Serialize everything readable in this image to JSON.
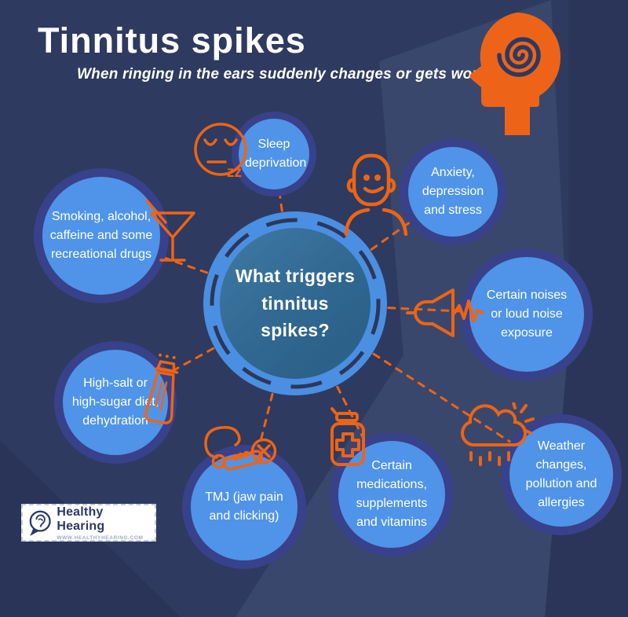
{
  "header": {
    "title": "Tinnitus spikes",
    "subtitle": "When ringing in the ears suddenly changes or gets worse"
  },
  "center": {
    "question": "What triggers tinnitus spikes?"
  },
  "bubbles": [
    {
      "id": "sleep",
      "label": "Sleep deprivation",
      "icon": "sleepy-face-icon"
    },
    {
      "id": "anxiety",
      "label": "Anxiety, depression and stress",
      "icon": "worried-person-icon"
    },
    {
      "id": "noise",
      "label": "Certain noises or loud noise exposure",
      "icon": "loudspeaker-icon"
    },
    {
      "id": "weather",
      "label": "Weather changes, pollution and allergies",
      "icon": "rain-cloud-icon"
    },
    {
      "id": "medications",
      "label": "Certain medications, supplements and vitamins",
      "icon": "pill-bottle-icon"
    },
    {
      "id": "tmj",
      "label": "TMJ (jaw pain and clicking)",
      "icon": "jaw-icon"
    },
    {
      "id": "diet",
      "label": "High-salt or high-sugar diet, dehydration",
      "icon": "salt-shaker-icon"
    },
    {
      "id": "substances",
      "label": "Smoking, alcohol, caffeine and some recreational drugs",
      "icon": "martini-glass-icon"
    }
  ],
  "footer_logo": {
    "name": "Healthy Hearing",
    "url": "WWW.HEALTHYHEARING.COM"
  },
  "colors": {
    "background": "#2e3a5f",
    "bubble_fill": "#4f94e8",
    "bubble_ring": "#38418a",
    "center_ring": "#4a8fe2",
    "center_fill": "#2f6791",
    "accent_orange": "#ed6414",
    "text": "#ffffff"
  }
}
